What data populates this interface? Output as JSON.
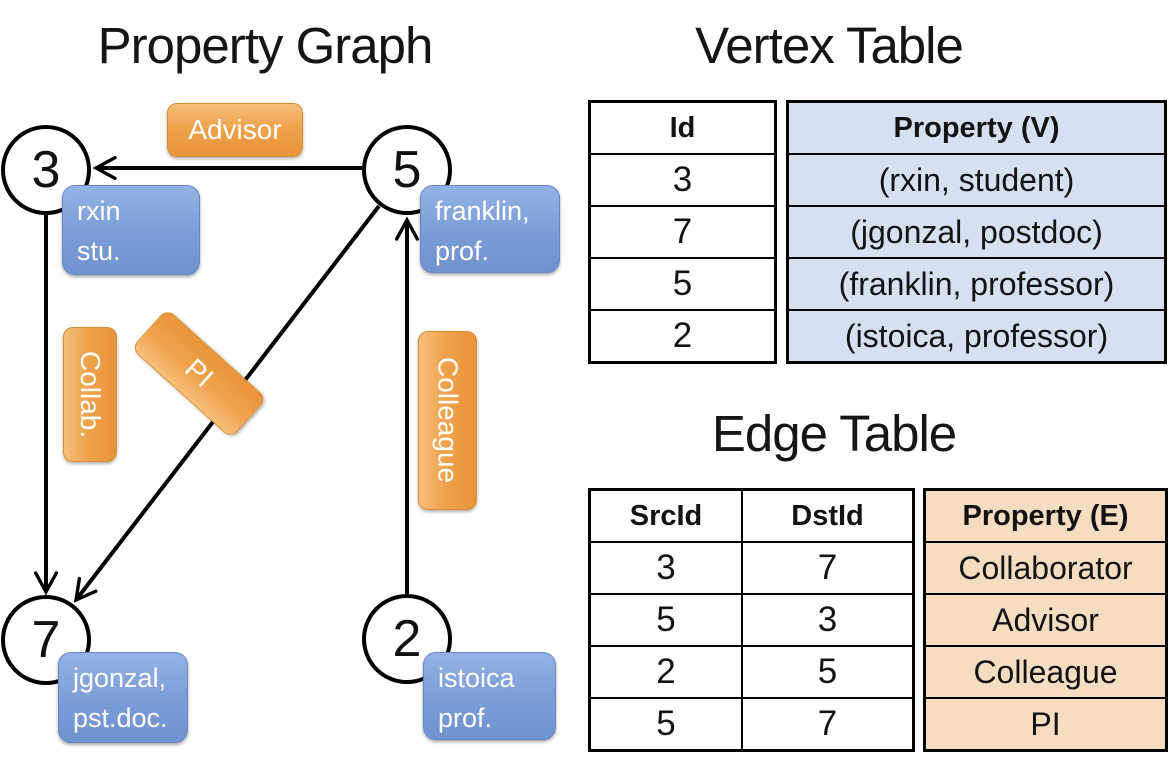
{
  "titles": {
    "graph": "Property Graph",
    "vertex_table": "Vertex Table",
    "edge_table": "Edge Table"
  },
  "colors": {
    "edge_label_orange": "#efa24c",
    "vertex_box_blue": "#81a3da",
    "vertex_cell_bg": "#d5e0f2",
    "edge_cell_bg": "#f6dcc1",
    "line_black": "#000000"
  },
  "graph": {
    "vertices": [
      {
        "id": "3",
        "label_lines": [
          "rxin",
          "stu."
        ]
      },
      {
        "id": "5",
        "label_lines": [
          "franklin,",
          "prof."
        ]
      },
      {
        "id": "7",
        "label_lines": [
          "jgonzal,",
          "pst.doc."
        ]
      },
      {
        "id": "2",
        "label_lines": [
          "istoica",
          "prof."
        ]
      }
    ],
    "edges": [
      {
        "label": "Advisor",
        "src": "5",
        "dst": "3"
      },
      {
        "label": "Collab.",
        "src": "3",
        "dst": "7"
      },
      {
        "label": "PI",
        "src": "5",
        "dst": "7"
      },
      {
        "label": "Colleague",
        "src": "2",
        "dst": "5"
      }
    ]
  },
  "vertex_table": {
    "columns": [
      "Id",
      "Property (V)"
    ],
    "rows": [
      [
        "3",
        "(rxin, student)"
      ],
      [
        "7",
        "(jgonzal, postdoc)"
      ],
      [
        "5",
        "(franklin, professor)"
      ],
      [
        "2",
        "(istoica, professor)"
      ]
    ]
  },
  "edge_table": {
    "columns": [
      "SrcId",
      "DstId",
      "Property (E)"
    ],
    "rows": [
      [
        "3",
        "7",
        "Collaborator"
      ],
      [
        "5",
        "3",
        "Advisor"
      ],
      [
        "2",
        "5",
        "Colleague"
      ],
      [
        "5",
        "7",
        "PI"
      ]
    ]
  }
}
